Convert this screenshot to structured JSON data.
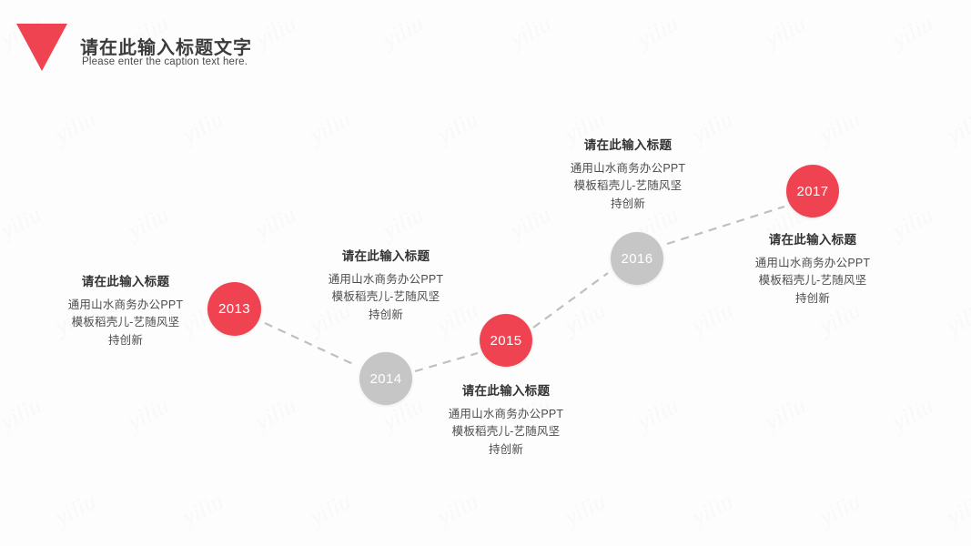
{
  "header": {
    "title": "请在此输入标题文字",
    "subtitle": "Please enter the caption text here.",
    "logo_icon": "inverted-triangle-icon",
    "accent_color": "#ef4352"
  },
  "theme": {
    "red": "#ef4352",
    "gray": "#c6c6c6",
    "connector_color": "#bfbfbf",
    "background": "#fdfdfd",
    "title_color": "#333333",
    "body_color": "#4d4d4d"
  },
  "chart_data": {
    "type": "line",
    "title": "请在此输入标题文字",
    "x": [
      "2013",
      "2014",
      "2015",
      "2016",
      "2017"
    ],
    "values": [
      339,
      416,
      374,
      284,
      210
    ],
    "note": "zig-zag timeline; values are vertical pixel centers of each year node"
  },
  "timeline": {
    "milestones": [
      {
        "year": "2013",
        "color_role": "red",
        "label_position": "left",
        "title": "请在此输入标题",
        "lines": [
          "通用山水商务办公PPT",
          "模板稻壳儿-艺随风坚",
          "持创新"
        ]
      },
      {
        "year": "2014",
        "color_role": "gray",
        "label_position": "above",
        "title": "请在此输入标题",
        "lines": [
          "通用山水商务办公PPT",
          "模板稻壳儿-艺随风坚",
          "持创新"
        ]
      },
      {
        "year": "2015",
        "color_role": "red",
        "label_position": "below",
        "title": "请在此输入标题",
        "lines": [
          "通用山水商务办公PPT",
          "模板稻壳儿-艺随风坚",
          "持创新"
        ]
      },
      {
        "year": "2016",
        "color_role": "gray",
        "label_position": "above",
        "title": "请在此输入标题",
        "lines": [
          "通用山水商务办公PPT",
          "模板稻壳儿-艺随风坚",
          "持创新"
        ]
      },
      {
        "year": "2017",
        "color_role": "red",
        "label_position": "right",
        "title": "请在此输入标题",
        "lines": [
          "通用山水商务办公PPT",
          "模板稻壳儿-艺随风坚",
          "持创新"
        ]
      }
    ]
  },
  "watermark": {
    "text": "yiliu"
  }
}
